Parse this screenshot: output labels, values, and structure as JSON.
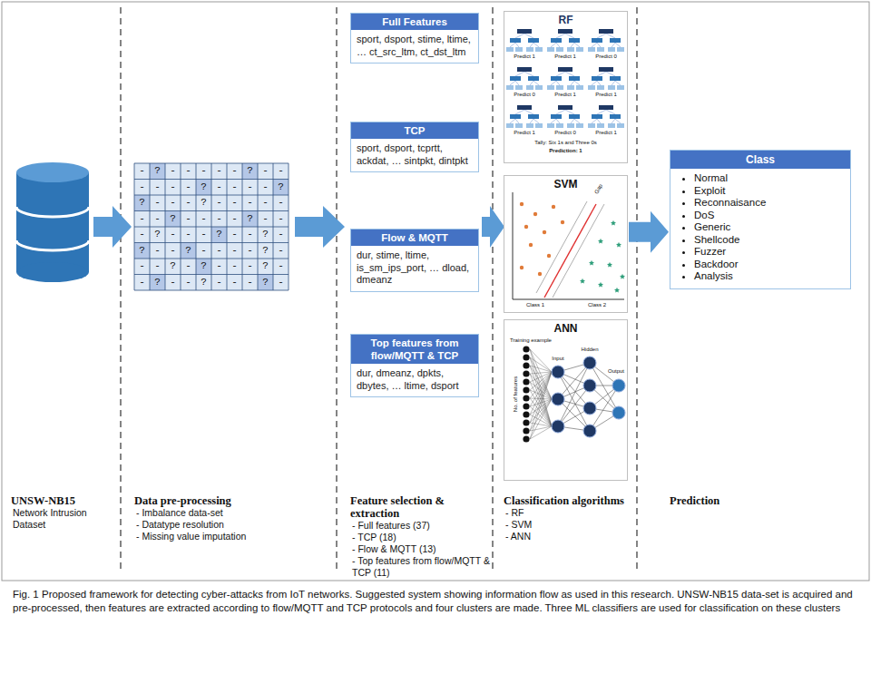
{
  "diagram": {
    "caption": "Fig. 1 Proposed framework for detecting cyber-attacks from IoT networks. Suggested system showing information flow as used in this research. UNSW-NB15 data-set is acquired and pre-processed, then features are extracted according to flow/MQTT and TCP protocols and four clusters are made. Three ML classifiers are used for classification on these clusters",
    "nodes": [
      {
        "text": [
          "Full Features",
          "sport, dsport, stime, ltime, … ct_src_ltm, ct_dst_ltm"
        ]
      },
      {
        "text": [
          "TCP",
          "sport, dsport, tcprtt, ackdat, … sintpkt, dintpkt"
        ]
      },
      {
        "text": [
          "Flow & MQTT",
          "dur, stime, ltime, is_sm_ips_port, … dload, dmeanz"
        ]
      },
      {
        "text": [
          "Top features from flow/MQTT & TCP",
          "dur, dmeanz, dpkts, dbytes, … ltime, dsport"
        ]
      },
      {
        "text": [
          "RF"
        ]
      },
      {
        "text": [
          "SVM"
        ]
      },
      {
        "text": [
          "ANN"
        ]
      },
      {
        "text": [
          "Class",
          "Normal",
          "Exploit",
          "Reconnaisance",
          "DoS",
          "Generic",
          "Shellcode",
          "Fuzzer",
          "Backdoor",
          "Analysis"
        ]
      }
    ],
    "edges": [
      {
        "from": 5,
        "to": 7,
        "arrow": "to"
      }
    ],
    "labels": [
      "-?-----?--",
      "----?----?",
      "?---?-----",
      "--?----?--",
      "-?---?--?-",
      "?--?----?-",
      "--?-?---?-",
      "-?--?---?-",
      "Predict 1",
      "Predict 1",
      "Predict 0",
      "Predict 0",
      "Predict 1",
      "Predict 1",
      "Predict 1",
      "Predict 0",
      "Predict 1",
      "Tally: Six 1s and Three 0s",
      "Prediction: 1",
      "Gap",
      "Class 1",
      "Class 2",
      "Training example",
      "No. of features",
      "Input",
      "Hidden",
      "Output",
      "UNSW-NB15",
      "Network Intrusion Dataset",
      "Data pre-processing",
      "- Imbalance data-set",
      "- Datatype resolution",
      "- Missing value imputation",
      "Feature selection & extraction",
      "- Full features (37)",
      "- TCP (18)",
      "- Flow & MQTT (13)",
      "- Top features from flow/MQTT & TCP (11)",
      "Classification algorithms",
      "- RF",
      "- SVM",
      "- ANN",
      "Prediction"
    ]
  }
}
